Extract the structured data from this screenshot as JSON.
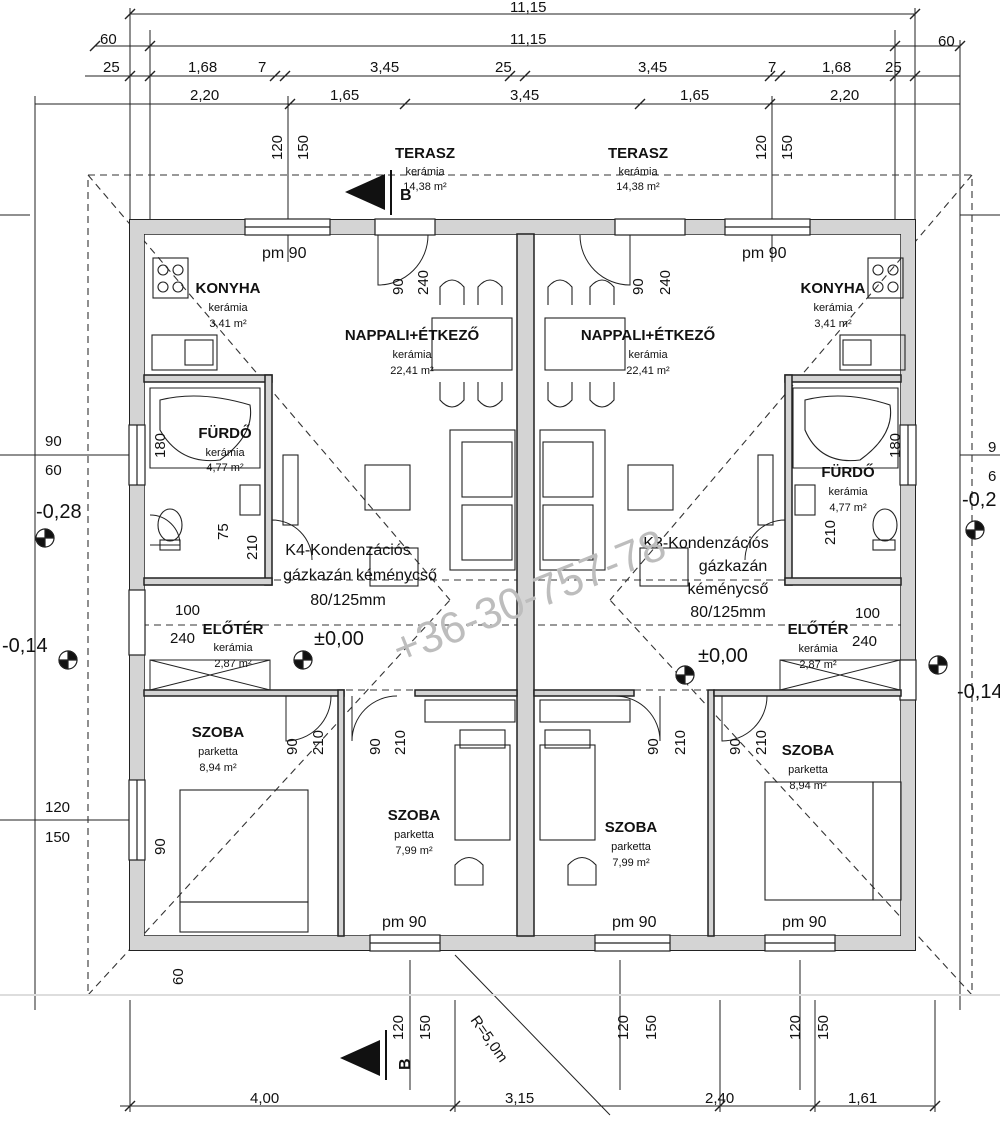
{
  "dimensions": {
    "top_total_1": "11,15",
    "top_total_2": "11,15",
    "top_side_60_left": "60",
    "top_side_60_right": "60",
    "row3": [
      "25",
      "1,68",
      "7",
      "3,45",
      "25",
      "3,45",
      "7",
      "1,68",
      "25"
    ],
    "row4": [
      "2,20",
      "1,65",
      "3,45",
      "1,65",
      "2,20"
    ],
    "bottom": [
      "4,00",
      "3,15",
      "2,40",
      "1,61"
    ],
    "left_side": [
      "90",
      "60",
      "120",
      "150"
    ],
    "right_side": [
      "9",
      "6"
    ],
    "window_top_left": [
      "120",
      "150"
    ],
    "window_top_right": [
      "120",
      "150"
    ],
    "window_bottom": [
      "120",
      "150",
      "120",
      "150",
      "120",
      "150"
    ],
    "bottom_left_60": "60",
    "radius": "R=5,0m"
  },
  "rooms": {
    "terasz_left": {
      "name": "TERASZ",
      "material": "kerámia",
      "area": "14,38 m²"
    },
    "terasz_right": {
      "name": "TERASZ",
      "material": "kerámia",
      "area": "14,38 m²"
    },
    "konyha_left": {
      "name": "KONYHA",
      "material": "kerámia",
      "area": "3,41 m²"
    },
    "konyha_right": {
      "name": "KONYHA",
      "material": "kerámia",
      "area": "3,41 m²"
    },
    "nappali_left": {
      "name": "NAPPALI+ÉTKEZŐ",
      "material": "kerámia",
      "area": "22,41 m²"
    },
    "nappali_right": {
      "name": "NAPPALI+ÉTKEZŐ",
      "material": "kerámia",
      "area": "22,41 m²"
    },
    "furdo_left": {
      "name": "FÜRDŐ",
      "material": "kerámia",
      "area": "4,77 m²"
    },
    "furdo_right": {
      "name": "FÜRDŐ",
      "material": "kerámia",
      "area": "4,77 m²"
    },
    "eloter_left": {
      "name": "ELŐTÉR",
      "material": "kerámia",
      "area": "2,87 m²"
    },
    "eloter_right": {
      "name": "ELŐTÉR",
      "material": "kerámia",
      "area": "2,87 m²"
    },
    "szoba1": {
      "name": "SZOBA",
      "material": "parketta",
      "area": "8,94 m²"
    },
    "szoba2": {
      "name": "SZOBA",
      "material": "parketta",
      "area": "7,99 m²"
    },
    "szoba3": {
      "name": "SZOBA",
      "material": "parketta",
      "area": "7,99 m²"
    },
    "szoba4": {
      "name": "SZOBA",
      "material": "parketta",
      "area": "8,94 m²"
    }
  },
  "boiler_left": [
    "K4-Kondenzációs",
    "gázkazán kéménycső",
    "80/125mm"
  ],
  "boiler_right": [
    "K3-Kondenzációs",
    "gázkazán",
    "kéménycső",
    "80/125mm"
  ],
  "levels": {
    "zero_left": "±0,00",
    "zero_right": "±0,00",
    "m028_left": "-0,28",
    "m014_left": "-0,14",
    "m02_right": "-0,2",
    "m014_right": "-0,14"
  },
  "pm90": "pm 90",
  "door_labels": {
    "d90": "90",
    "d240": "240",
    "d210": "210",
    "d180": "180",
    "d75": "75",
    "d100": "100"
  },
  "section_marks": {
    "top": "B",
    "bottom": "B"
  },
  "watermark": "+36-30-757-78"
}
